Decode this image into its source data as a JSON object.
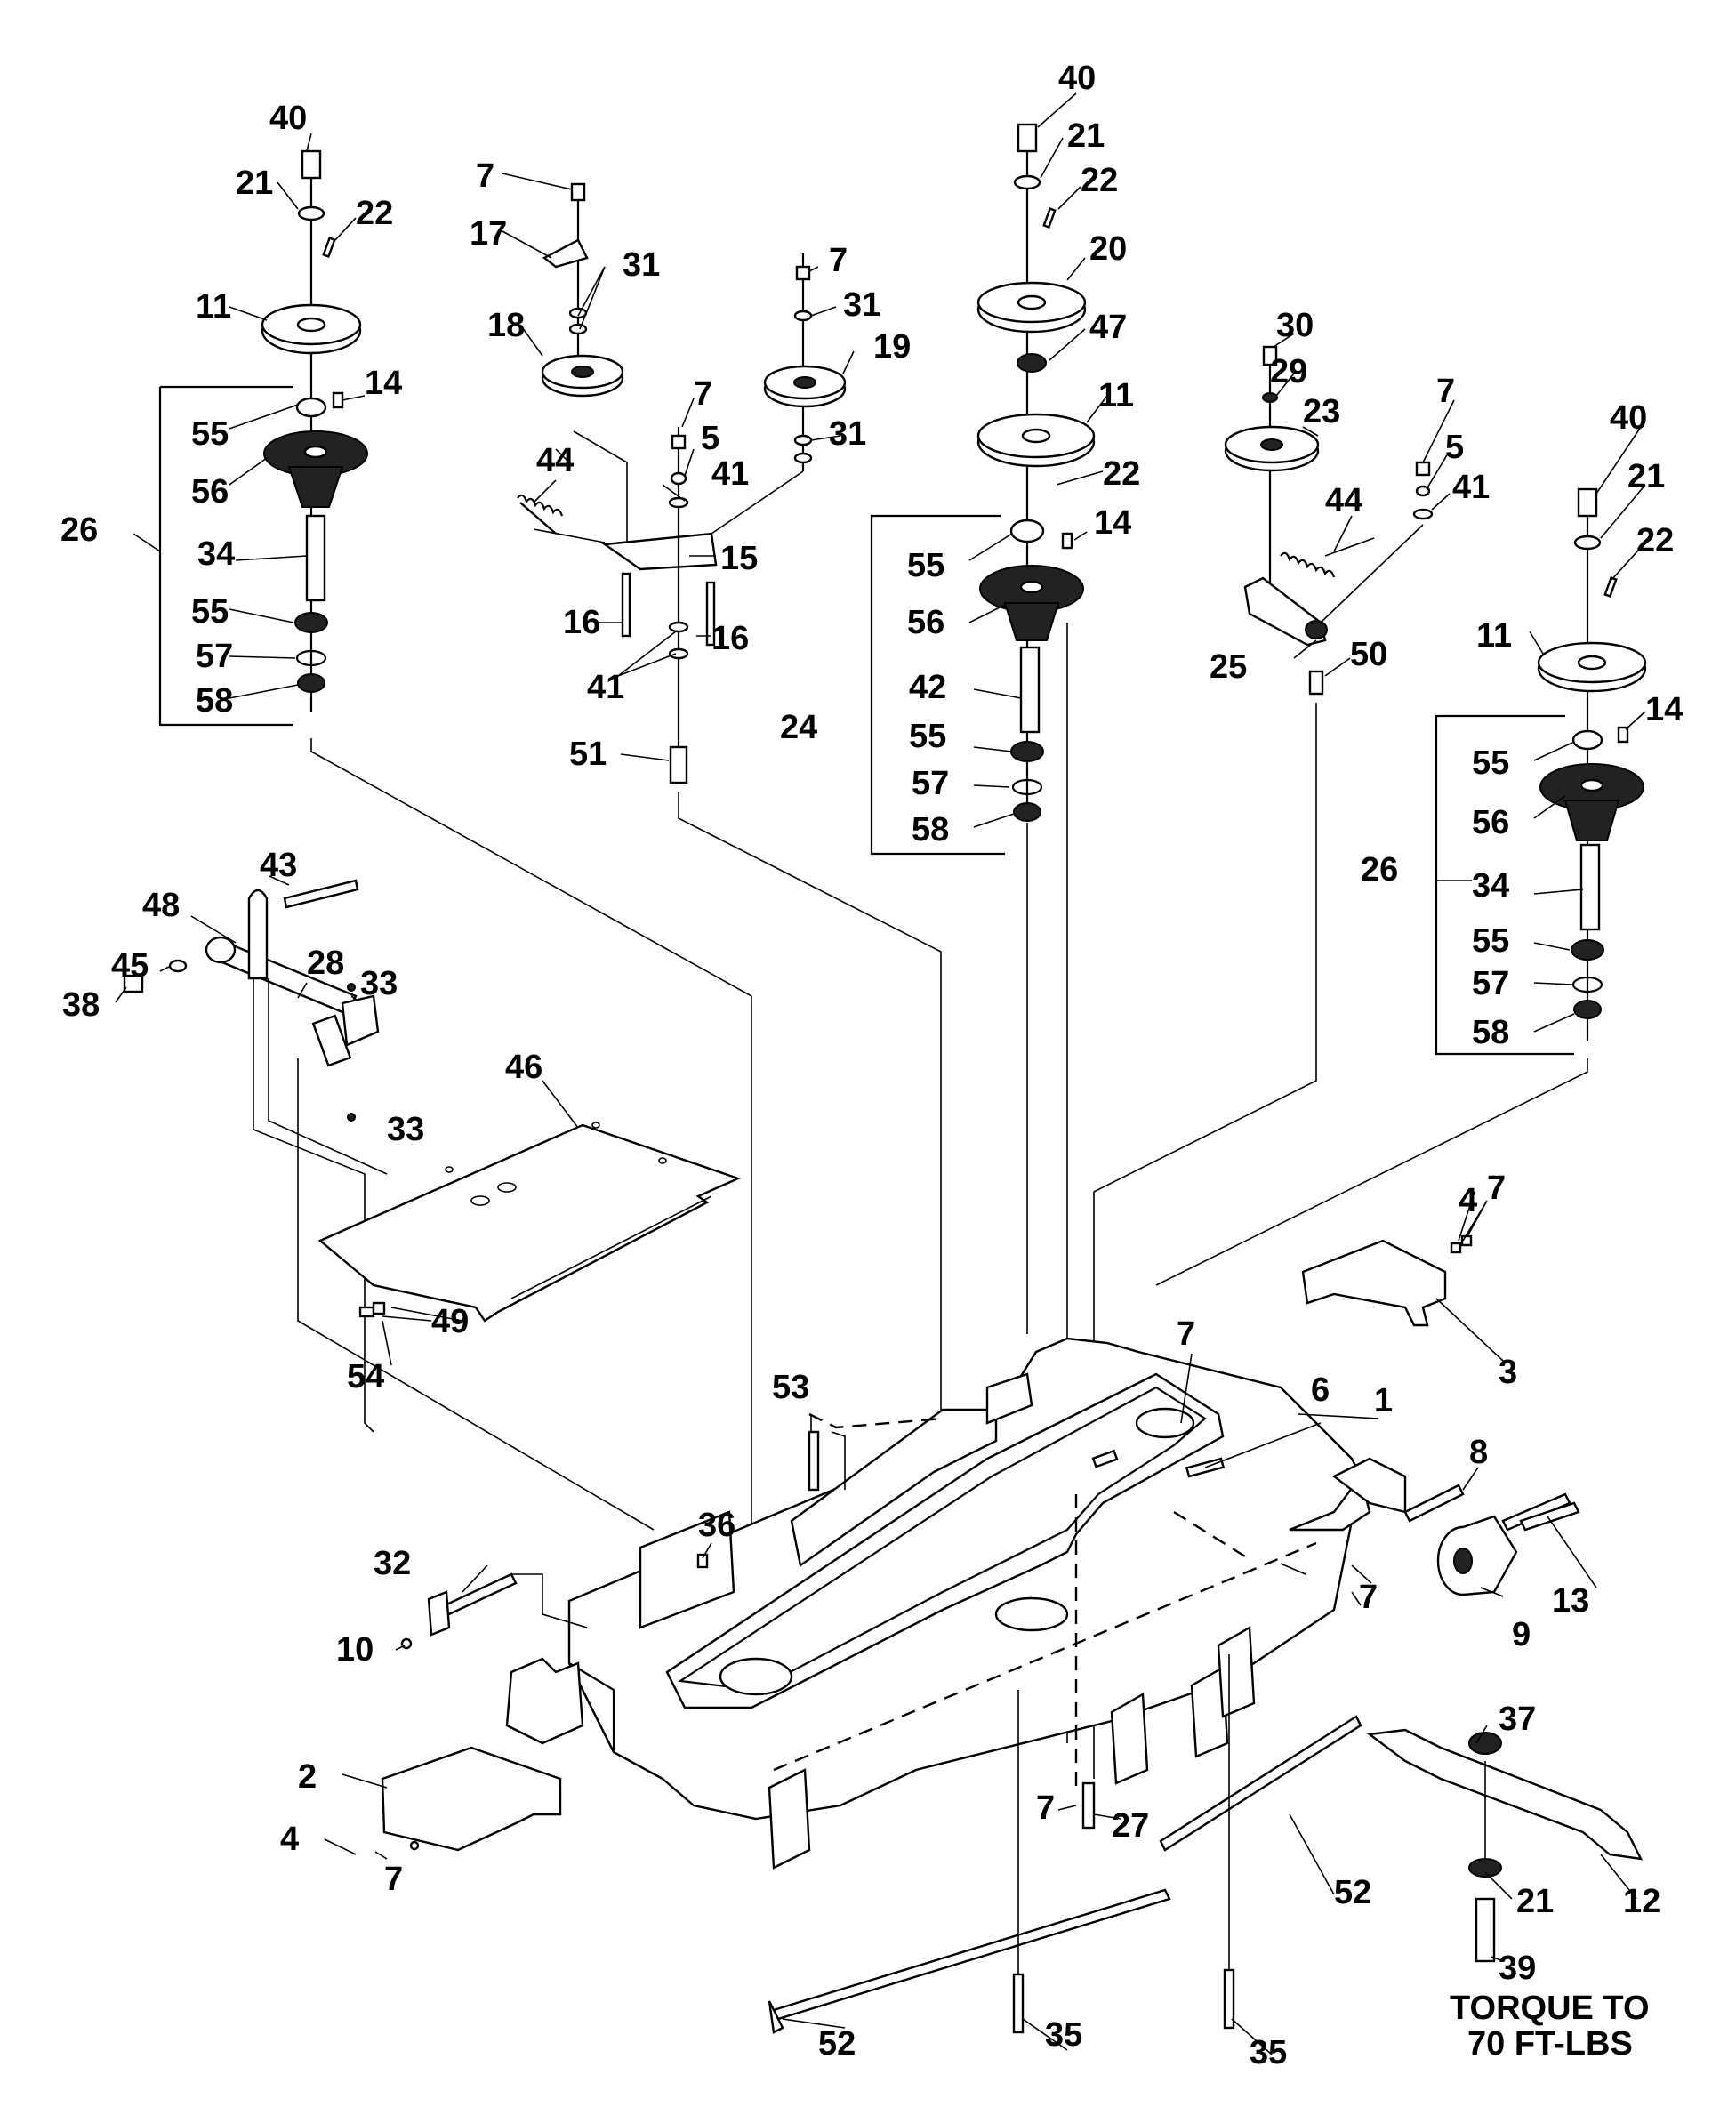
{
  "callouts": {
    "c1": "1",
    "c2": "2",
    "c3": "3",
    "c4": "4",
    "c5": "5",
    "c6": "6",
    "c7": "7",
    "c8": "8",
    "c9": "9",
    "c10": "10",
    "c11": "11",
    "c12": "12",
    "c13": "13",
    "c14": "14",
    "c15": "15",
    "c16": "16",
    "c17": "17",
    "c18": "18",
    "c19": "19",
    "c20": "20",
    "c21": "21",
    "c22": "22",
    "c23": "23",
    "c24": "24",
    "c25": "25",
    "c26": "26",
    "c27": "27",
    "c28": "28",
    "c29": "29",
    "c30": "30",
    "c31": "31",
    "c32": "32",
    "c33": "33",
    "c34": "34",
    "c35": "35",
    "c36": "36",
    "c37": "37",
    "c38": "38",
    "c39": "39",
    "c40": "40",
    "c41": "41",
    "c42": "42",
    "c43": "43",
    "c44": "44",
    "c45": "45",
    "c46": "46",
    "c47": "47",
    "c48": "48",
    "c49": "49",
    "c50": "50",
    "c51": "51",
    "c52": "52",
    "c53": "53",
    "c54": "54",
    "c55": "55",
    "c56": "56",
    "c57": "57",
    "c58": "58"
  },
  "note": {
    "line1": "TORQUE TO",
    "line2": "70 FT-LBS"
  }
}
